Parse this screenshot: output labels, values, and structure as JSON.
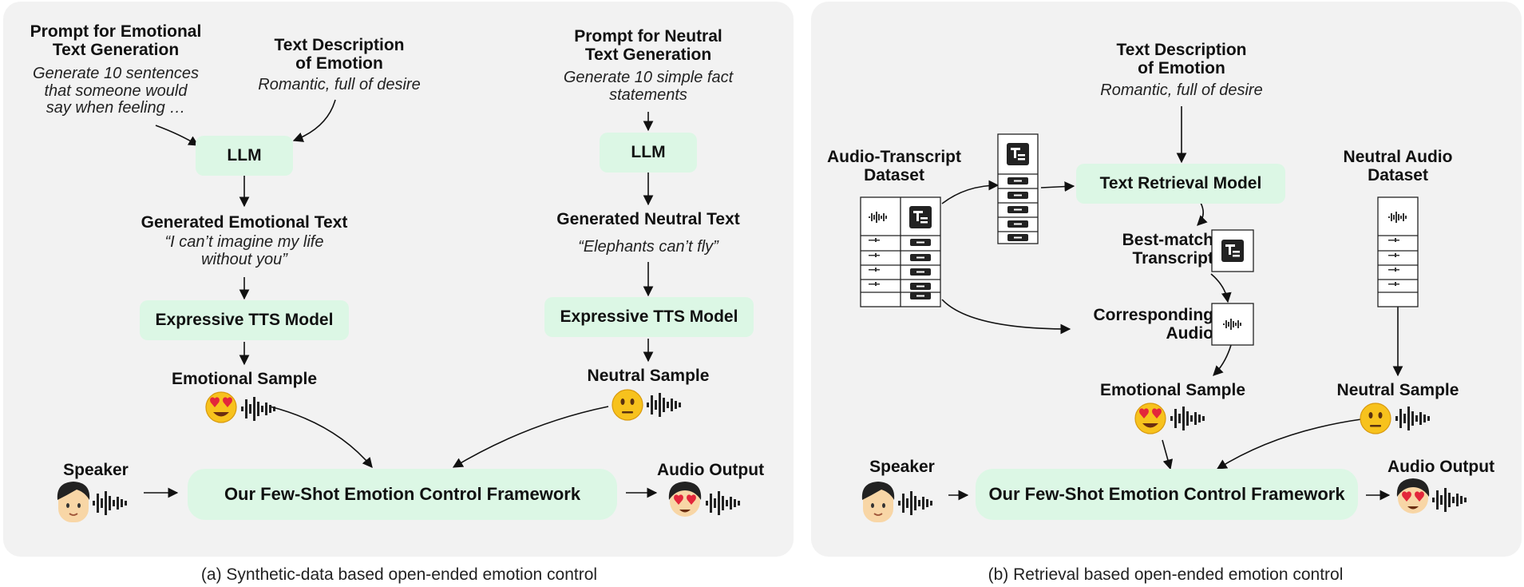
{
  "panel_a": {
    "prompt_emotional": {
      "title": "Prompt for Emotional\nText Generation",
      "text": "Generate 10 sentences\nthat someone would\nsay when feeling …"
    },
    "text_description": {
      "title": "Text Description\nof Emotion",
      "text": "Romantic, full of desire"
    },
    "prompt_neutral": {
      "title": "Prompt for Neutral\nText Generation",
      "text": "Generate 10 simple fact\nstatements"
    },
    "llm_left": "LLM",
    "llm_right": "LLM",
    "generated_emotional": {
      "title": "Generated Emotional Text",
      "text": "“I can’t imagine my life\nwithout you”"
    },
    "generated_neutral": {
      "title": "Generated Neutral Text",
      "text": "“Elephants can’t fly”"
    },
    "tts_left": "Expressive TTS Model",
    "tts_right": "Expressive TTS Model",
    "emotional_sample": "Emotional Sample",
    "neutral_sample": "Neutral Sample",
    "speaker": "Speaker",
    "framework": "Our Few-Shot Emotion Control Framework",
    "audio_output": "Audio Output",
    "caption": "(a) Synthetic-data based open-ended emotion control"
  },
  "panel_b": {
    "text_description": {
      "title": "Text Description\nof Emotion",
      "text": "Romantic, full of desire"
    },
    "audio_transcript_dataset": "Audio-Transcript\nDataset",
    "text_retrieval_model": "Text Retrieval Model",
    "neutral_audio_dataset": "Neutral Audio\nDataset",
    "best_match": "Best-match\nTranscript",
    "corresponding_audio": "Corresponding\nAudio",
    "emotional_sample": "Emotional Sample",
    "neutral_sample": "Neutral Sample",
    "speaker": "Speaker",
    "framework": "Our Few-Shot Emotion Control Framework",
    "audio_output": "Audio Output",
    "caption": "(b) Retrieval based open-ended emotion control"
  },
  "colors": {
    "panel_bg": "#f2f2f2",
    "box_green": "#dcf7e5",
    "arrow": "#111111"
  },
  "icons": [
    "heart-eyes-emoji",
    "neutral-face-emoji",
    "speaker-avatar",
    "waveform-icon",
    "transcript-doc-icon",
    "audio-clip-icon",
    "dataset-table-icon"
  ]
}
